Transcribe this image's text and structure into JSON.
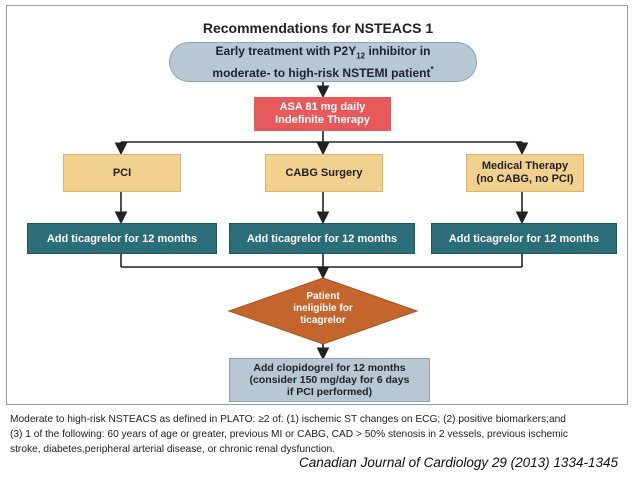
{
  "title": "Recommendations for NSTEACS 1",
  "start": {
    "line1_pre": "Early treatment with P2Y",
    "line1_sub": "12",
    "line1_post": " inhibitor in",
    "line2": "moderate- to high-risk NSTEMI patient",
    "marker": "*"
  },
  "asa": {
    "line1": "ASA 81 mg daily",
    "line2": "Indefinite Therapy"
  },
  "options": [
    {
      "line1": "PCI",
      "line2": ""
    },
    {
      "line1": "CABG Surgery",
      "line2": ""
    },
    {
      "line1": "Medical Therapy",
      "line2": "(no CABG, no PCI)"
    }
  ],
  "add_ticagrelor": [
    "Add ticagrelor for 12 months",
    "Add ticagrelor for 12 months",
    "Add ticagrelor for 12 months"
  ],
  "decision": {
    "line1": "Patient",
    "line2": "ineligible for",
    "line3": "ticagrelor"
  },
  "clopidogrel": {
    "line1": "Add clopidogrel for 12 months",
    "line2": "(consider 150 mg/day for 6 days",
    "line3": "if PCI performed)"
  },
  "footnote": {
    "line1": "Moderate to high-risk NSTEACS as defined in PLATO: ≥2 of: (1) ischemic ST changes on ECG; (2) positive biomarkers;and",
    "line2": "(3) 1 of the following: 60 years of age or greater, previous MI or CABG, CAD > 50% stenosis in 2 vessels, previous ischemic",
    "line3": "stroke, diabetes,peripheral arterial disease, or chronic renal dysfunction."
  },
  "citation": "Canadian Journal of Cardiology 29 (2013) 1334-1345",
  "colors": {
    "start": "#b8c7d4",
    "asa": "#e7595b",
    "option": "#f2d18f",
    "ticagrelor": "#2b6e7a",
    "decision": "#c3652c",
    "clopidogrel": "#b8c7d4"
  }
}
